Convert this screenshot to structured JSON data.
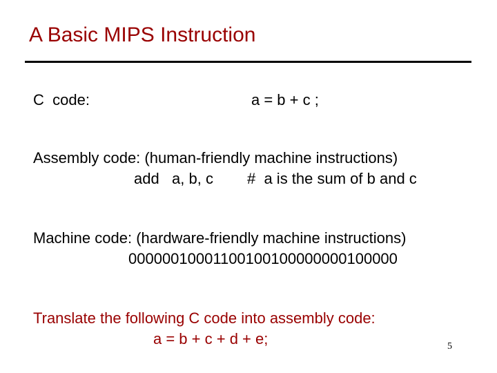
{
  "slide": {
    "title": "A Basic MIPS Instruction",
    "c_code": {
      "label": "C  code:",
      "expression": "a = b + c ;"
    },
    "assembly": {
      "heading": "Assembly code: (human-friendly machine instructions)",
      "instruction": "add   a, b, c",
      "comment": "#  a is the sum of b and c"
    },
    "machine": {
      "heading": "Machine code: (hardware-friendly machine instructions)",
      "binary": "00000010001100100100000000100000"
    },
    "exercise": {
      "prompt": "Translate the following C code into assembly code:",
      "expression": "a = b + c + d + e;"
    },
    "page_number": "5"
  },
  "colors": {
    "accent": "#990000",
    "text": "#000000",
    "rule": "#000000"
  }
}
